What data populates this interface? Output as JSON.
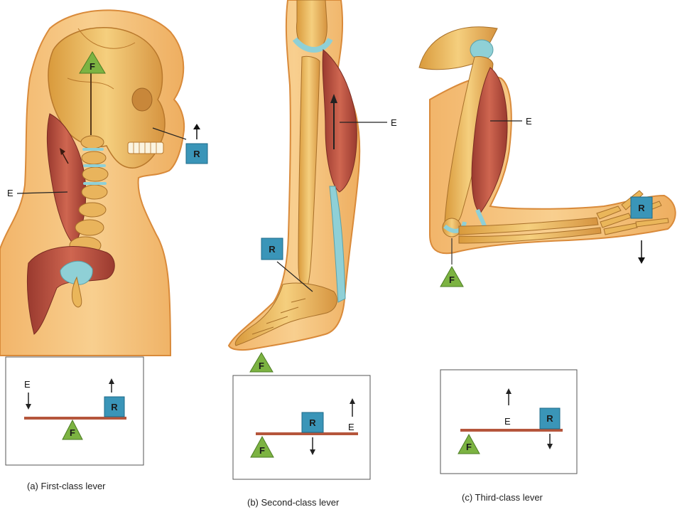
{
  "panels": [
    {
      "id": "a",
      "caption": "(a) First-class lever",
      "fulcrum": "F",
      "resistance": "R",
      "effort": "E"
    },
    {
      "id": "b",
      "caption": "(b) Second-class lever",
      "fulcrum": "F",
      "resistance": "R",
      "effort": "E"
    },
    {
      "id": "c",
      "caption": "(c) Third-class lever",
      "fulcrum": "F",
      "resistance": "R",
      "effort": "E"
    }
  ],
  "colors": {
    "skin": "#f6c27c",
    "skin_edge": "#d98a3a",
    "bone": "#eab65a",
    "muscle": "#b4473a",
    "cartilage": "#8fd0d6",
    "fulcrum": "#7cb342",
    "resistance": "#3a95b8",
    "lever": "#b5563c"
  }
}
